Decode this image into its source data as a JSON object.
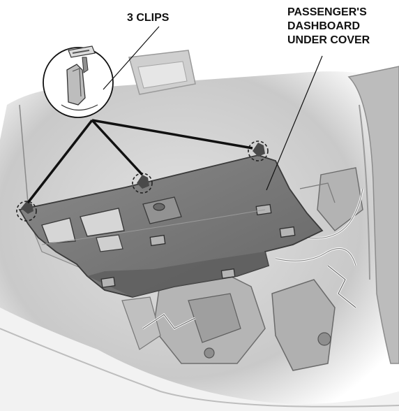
{
  "labels": {
    "clips": "3 CLIPS",
    "cover_line1": "PASSENGER'S",
    "cover_line2": "DASHBOARD",
    "cover_line3": "UNDER COVER"
  },
  "colors": {
    "cover_fill": "#7b7b7b",
    "cover_shadow": "#5c5c5c",
    "background_gray": "#d4d4d4",
    "line": "#1a1a1a"
  }
}
